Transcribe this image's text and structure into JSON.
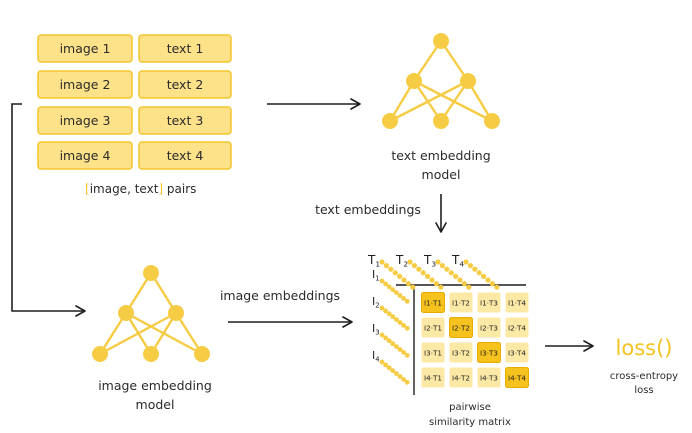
{
  "pairs": [
    {
      "image": "image 1",
      "text": "text 1"
    },
    {
      "image": "image 2",
      "text": "text 2"
    },
    {
      "image": "image 3",
      "text": "text 3"
    },
    {
      "image": "image 4",
      "text": "text 4"
    }
  ],
  "pairs_caption": {
    "open": "[",
    "image": "image",
    "sep": ", ",
    "text": "text",
    "close": "]",
    "suffix": " pairs"
  },
  "text_model": {
    "line1": "text embedding",
    "line2": "model"
  },
  "image_model": {
    "line1": "image embedding",
    "line2": "model"
  },
  "text_embeddings_label": "text embeddings",
  "image_embeddings_label": "image embeddings",
  "t_labels": [
    "T1",
    "T2",
    "T3",
    "T4"
  ],
  "i_labels": [
    "I1",
    "I2",
    "I3",
    "I4"
  ],
  "matrix": {
    "cells": [
      [
        "I1·T1",
        "I1·T2",
        "I1·T3",
        "I1·T4"
      ],
      [
        "I2·T1",
        "I2·T2",
        "I2·T3",
        "I2·T4"
      ],
      [
        "I3·T1",
        "I3·T2",
        "I3·T3",
        "I3·T4"
      ],
      [
        "I4·T1",
        "I4·T2",
        "I4·T3",
        "I4·T4"
      ]
    ],
    "caption_line1": "pairwise",
    "caption_line2": "similarity matrix"
  },
  "loss": {
    "label": "loss()",
    "caption_line1": "cross-entropy",
    "caption_line2": "loss"
  },
  "colors": {
    "box_fill": "#fde28a",
    "box_stroke": "#f2c62c",
    "node": "#f6cc45",
    "edge": "#f6cc45",
    "accent": "#f3c320",
    "diag_cell": "#f6c21e",
    "cell": "#fde9a6",
    "ink": "#1f1f1f"
  }
}
